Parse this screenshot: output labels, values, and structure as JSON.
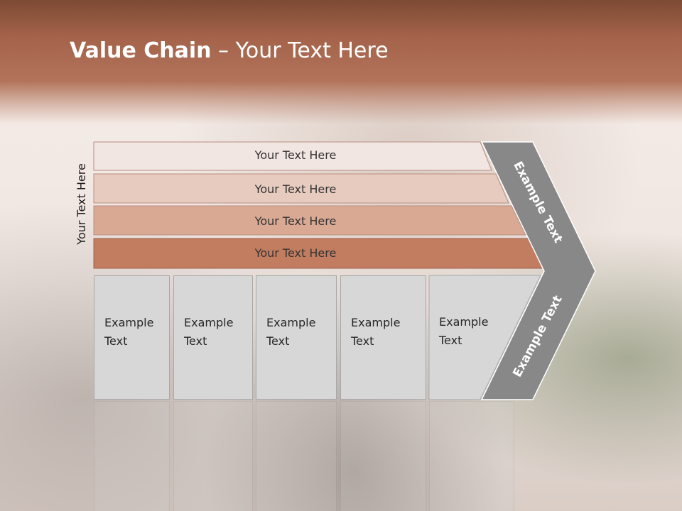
{
  "title": {
    "bold": "Value Chain",
    "rest": " – Your Text Here"
  },
  "side_label": "Your Text Here",
  "bars": [
    {
      "label": "Your Text Here",
      "color": "#f2e6e2"
    },
    {
      "label": "Your Text Here",
      "color": "#e8cbbf"
    },
    {
      "label": "Your Text Here",
      "color": "#d9a994"
    },
    {
      "label": "Your Text Here",
      "color": "#c27d60"
    }
  ],
  "columns": [
    {
      "line1": "Example",
      "line2": "Text"
    },
    {
      "line1": "Example",
      "line2": "Text"
    },
    {
      "line1": "Example",
      "line2": "Text"
    },
    {
      "line1": "Example",
      "line2": "Text"
    },
    {
      "line1": "Example",
      "line2": "Text"
    }
  ],
  "chevron": {
    "upper": "Example Text",
    "lower": "Example Text",
    "color": "#888888"
  },
  "colors": {
    "header": "#a4634a",
    "box": "#d7d7d7"
  }
}
